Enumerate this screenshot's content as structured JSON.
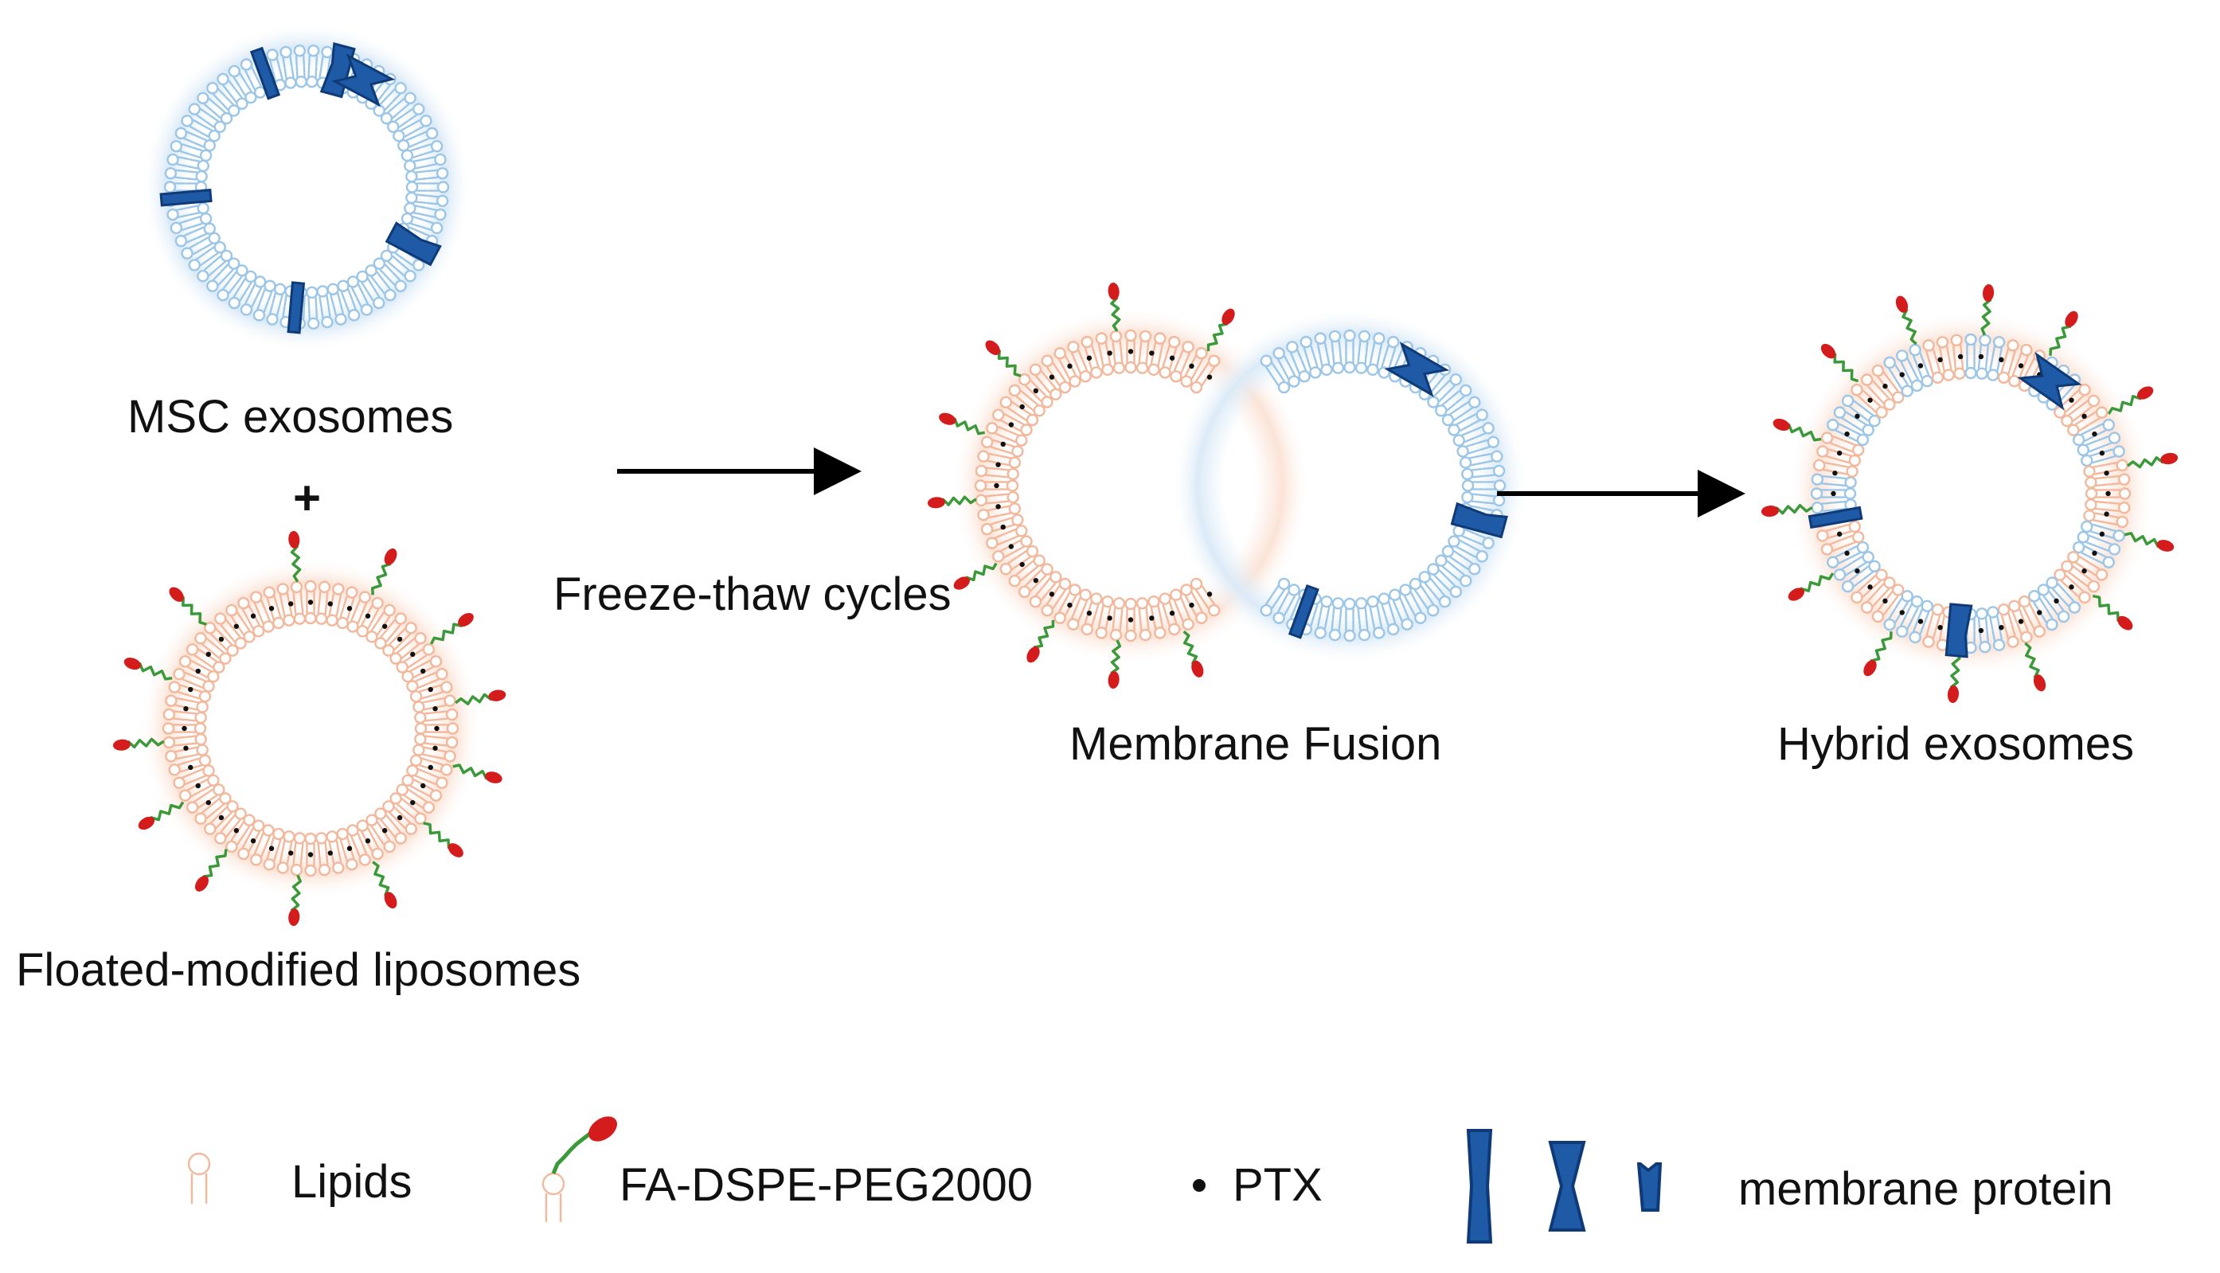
{
  "labels": {
    "msc_exosomes": "MSC exosomes",
    "plus": "+",
    "liposomes": "Floated-modified liposomes",
    "freeze_thaw": "Freeze-thaw cycles",
    "membrane_fusion": "Membrane Fusion",
    "hybrid": "Hybrid exosomes"
  },
  "legend": {
    "lipids": "Lipids",
    "fa_peg": "FA-DSPE-PEG2000",
    "ptx": "PTX",
    "membrane_protein": "membrane protein"
  },
  "colors": {
    "exosome_lipid": "#9cc6e8",
    "liposome_lipid": "#f3b89c",
    "protein": "#1f5aa6",
    "protein_dark": "#0f3a78",
    "peg_chain": "#3a9a3a",
    "folate": "#d41c1c",
    "ptx": "#111111",
    "arrow": "#000000"
  }
}
